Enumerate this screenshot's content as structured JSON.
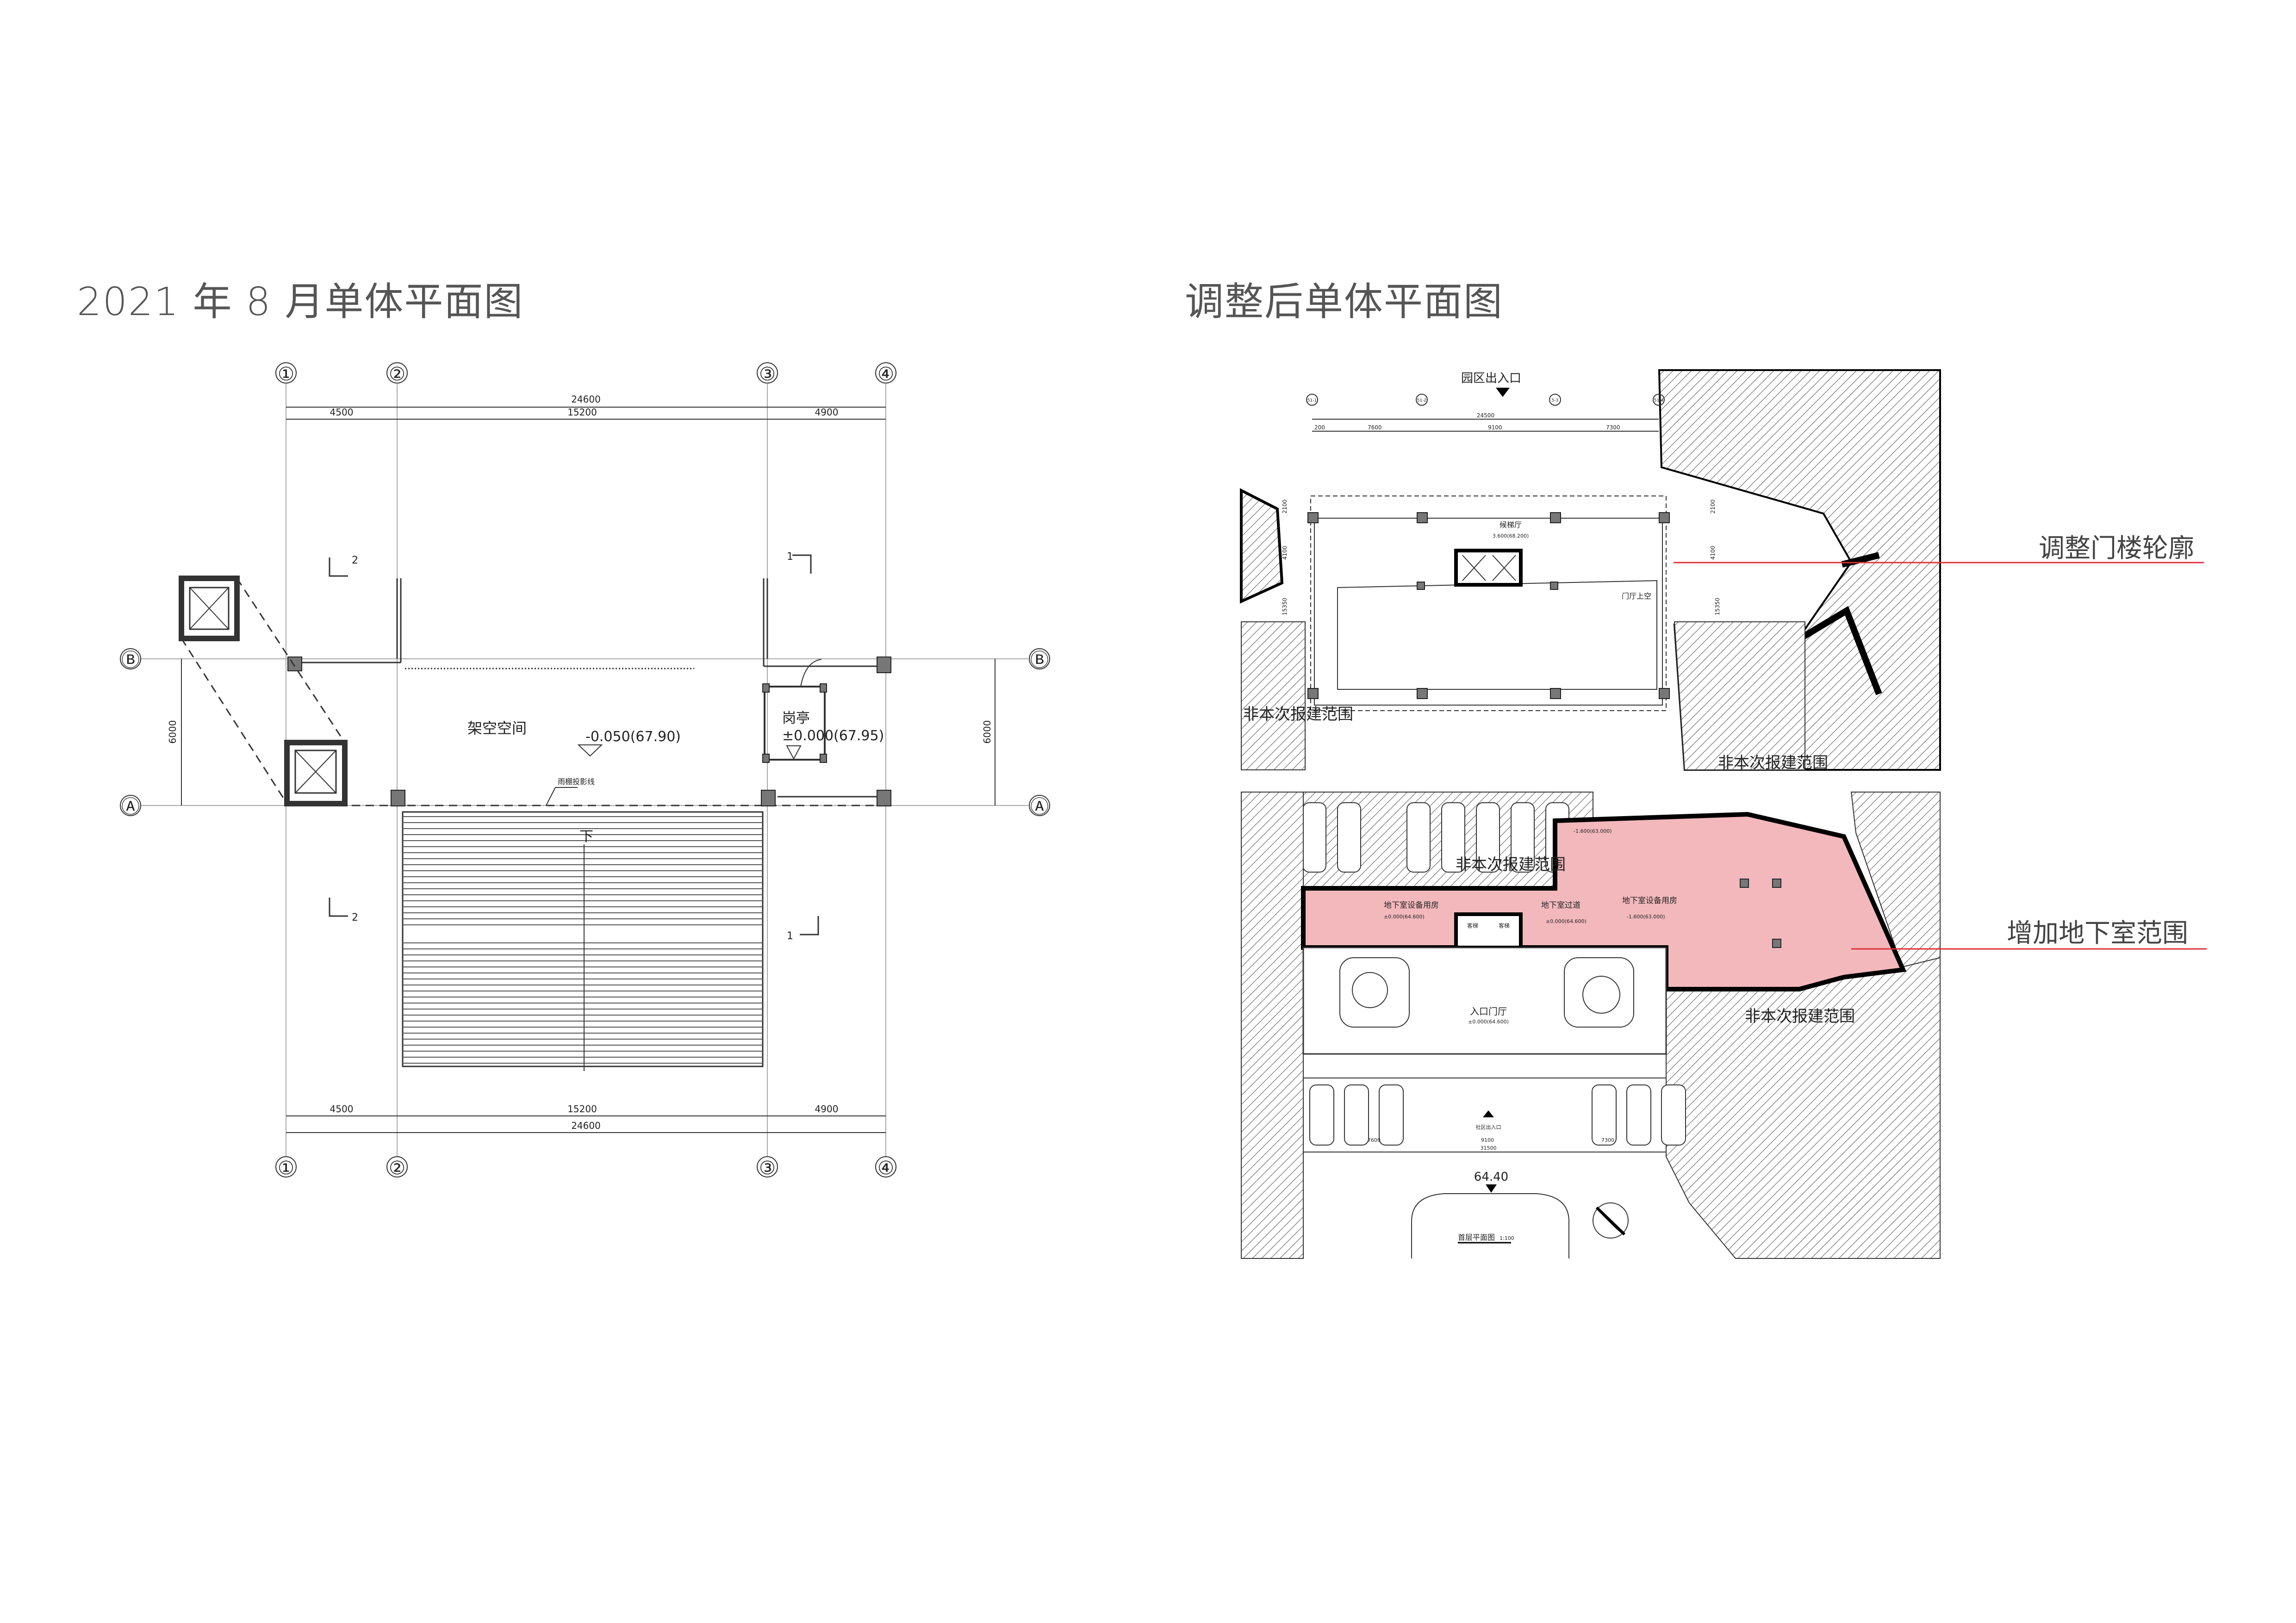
{
  "left": {
    "title": "2021 年 8 月单体平面图",
    "axes_vertical": [
      "①",
      "②",
      "③",
      "④"
    ],
    "axes_horizontal": [
      "Ⓑ",
      "Ⓐ"
    ],
    "dim_total": "24600",
    "dim_parts": [
      "4500",
      "15200",
      "4900"
    ],
    "dim_side": "6000",
    "room_pilotis": "架空空间",
    "level_pilotis": "-0.050(67.90)",
    "room_guard": "岗亭",
    "level_guard": "±0.000(67.95)",
    "canopy_line": "雨棚投影线",
    "stair_down": "下",
    "section_marks": [
      "2",
      "1",
      "2",
      "1"
    ]
  },
  "right": {
    "title": "调整后单体平面图",
    "top_plan": {
      "entrance": "园区出入口",
      "axes": [
        "51-1",
        "51-2",
        "5-3",
        "51-4"
      ],
      "dim_total": "24500",
      "dim_parts": [
        "200",
        "7600",
        "9100",
        "7300"
      ],
      "dims_side": [
        "2100",
        "4100",
        "15350"
      ],
      "lift_lobby": "候梯厅",
      "lift_level": "3.600(68.200)",
      "void": "门厅上空",
      "out_of_scope": "非本次报建范围"
    },
    "bottom_plan": {
      "out_of_scope": "非本次报建范围",
      "equip_room": "地下室设备用房",
      "corridor": "地下室过道",
      "lift": "客梯",
      "level_0": "±0.000(64.600)",
      "level_b": "-1.600(63.000)",
      "entrance_hall": "入口门厅",
      "community_entrance": "社区出入口",
      "dim_total": "31500",
      "dim_parts": [
        "7600",
        "9100",
        "7300"
      ],
      "site_level": "64.40",
      "plan_title": "首层平面图",
      "scale": "1:100"
    },
    "annotations": {
      "gate_outline": "调整门楼轮廓",
      "basement_extent": "增加地下室范围"
    }
  },
  "colors": {
    "basement_fill": "#f2b8bc",
    "leader": "#e0303a"
  }
}
